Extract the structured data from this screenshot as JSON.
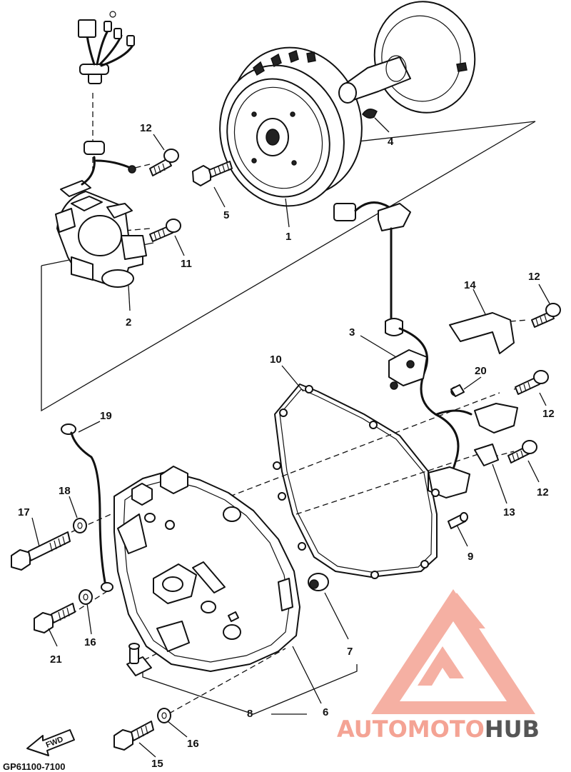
{
  "diagram": {
    "callouts": [
      {
        "id": "1",
        "label": "1"
      },
      {
        "id": "2",
        "label": "2"
      },
      {
        "id": "3",
        "label": "3"
      },
      {
        "id": "4",
        "label": "4"
      },
      {
        "id": "5",
        "label": "5"
      },
      {
        "id": "6",
        "label": "6"
      },
      {
        "id": "7",
        "label": "7"
      },
      {
        "id": "8",
        "label": "8"
      },
      {
        "id": "9",
        "label": "9"
      },
      {
        "id": "10",
        "label": "10"
      },
      {
        "id": "11",
        "label": "11"
      },
      {
        "id": "12a",
        "label": "12"
      },
      {
        "id": "12b",
        "label": "12"
      },
      {
        "id": "12c",
        "label": "12"
      },
      {
        "id": "12d",
        "label": "12"
      },
      {
        "id": "13",
        "label": "13"
      },
      {
        "id": "14",
        "label": "14"
      },
      {
        "id": "15",
        "label": "15"
      },
      {
        "id": "16a",
        "label": "16"
      },
      {
        "id": "16b",
        "label": "16"
      },
      {
        "id": "17",
        "label": "17"
      },
      {
        "id": "18",
        "label": "18"
      },
      {
        "id": "19",
        "label": "19"
      },
      {
        "id": "20",
        "label": "20"
      },
      {
        "id": "21",
        "label": "21"
      }
    ],
    "fwd_label": "FWD",
    "diagram_code": "GP61100-7100"
  },
  "watermark": {
    "part1": "AUTOMOTO",
    "part2": "HUB",
    "color_primary": "#f08a78",
    "color_secondary": "#555555"
  }
}
